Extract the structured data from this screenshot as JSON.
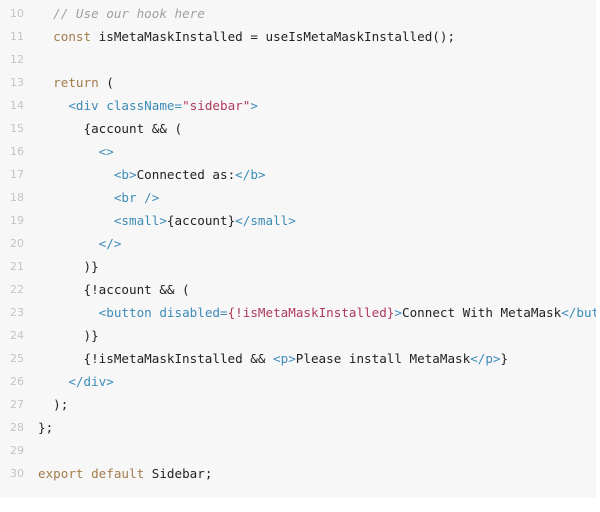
{
  "colors": {
    "keyword": "#a27c4a",
    "tag": "#3d8bb8",
    "string": "#b03a5b",
    "comment": "#a0a0a0",
    "text": "#222222",
    "background": "#f7f7f7"
  },
  "lines": [
    {
      "n": "10",
      "tokens": [
        [
          "txt",
          "  "
        ],
        [
          "com",
          "// Use our hook here"
        ]
      ]
    },
    {
      "n": "11",
      "tokens": [
        [
          "txt",
          "  "
        ],
        [
          "kw",
          "const"
        ],
        [
          "txt",
          " isMetaMaskInstalled = useIsMetaMaskInstalled();"
        ]
      ]
    },
    {
      "n": "12",
      "tokens": []
    },
    {
      "n": "13",
      "tokens": [
        [
          "txt",
          "  "
        ],
        [
          "kw",
          "return"
        ],
        [
          "txt",
          " ("
        ]
      ]
    },
    {
      "n": "14",
      "tokens": [
        [
          "txt",
          "    "
        ],
        [
          "tag",
          "<div className="
        ],
        [
          "str",
          "\"sidebar\""
        ],
        [
          "tag",
          ">"
        ]
      ]
    },
    {
      "n": "15",
      "tokens": [
        [
          "txt",
          "      {account && ("
        ]
      ]
    },
    {
      "n": "16",
      "tokens": [
        [
          "txt",
          "        "
        ],
        [
          "tag",
          "<>"
        ]
      ]
    },
    {
      "n": "17",
      "tokens": [
        [
          "txt",
          "          "
        ],
        [
          "tag",
          "<b>"
        ],
        [
          "txt",
          "Connected as:"
        ],
        [
          "tag",
          "</b>"
        ]
      ]
    },
    {
      "n": "18",
      "tokens": [
        [
          "txt",
          "          "
        ],
        [
          "tag",
          "<br />"
        ]
      ]
    },
    {
      "n": "19",
      "tokens": [
        [
          "txt",
          "          "
        ],
        [
          "tag",
          "<small>"
        ],
        [
          "txt",
          "{account}"
        ],
        [
          "tag",
          "</small>"
        ]
      ]
    },
    {
      "n": "20",
      "tokens": [
        [
          "txt",
          "        "
        ],
        [
          "tag",
          "</>"
        ]
      ]
    },
    {
      "n": "21",
      "tokens": [
        [
          "txt",
          "      )}"
        ]
      ]
    },
    {
      "n": "22",
      "tokens": [
        [
          "txt",
          "      {!account && ("
        ]
      ]
    },
    {
      "n": "23",
      "tokens": [
        [
          "txt",
          "        "
        ],
        [
          "tag",
          "<button disabled="
        ],
        [
          "str",
          "{!isMetaMaskInstalled}"
        ],
        [
          "tag",
          ">"
        ],
        [
          "txt",
          "Connect With MetaMask"
        ],
        [
          "tag",
          "</button>"
        ]
      ]
    },
    {
      "n": "24",
      "tokens": [
        [
          "txt",
          "      )}"
        ]
      ]
    },
    {
      "n": "25",
      "tokens": [
        [
          "txt",
          "      {!isMetaMaskInstalled && "
        ],
        [
          "tag",
          "<p>"
        ],
        [
          "txt",
          "Please install MetaMask"
        ],
        [
          "tag",
          "</p>"
        ],
        [
          "txt",
          "}"
        ]
      ]
    },
    {
      "n": "26",
      "tokens": [
        [
          "txt",
          "    "
        ],
        [
          "tag",
          "</div>"
        ]
      ]
    },
    {
      "n": "27",
      "tokens": [
        [
          "txt",
          "  );"
        ]
      ]
    },
    {
      "n": "28",
      "tokens": [
        [
          "txt",
          "};"
        ]
      ]
    },
    {
      "n": "29",
      "tokens": []
    },
    {
      "n": "30",
      "tokens": [
        [
          "kw",
          "export"
        ],
        [
          "txt",
          " "
        ],
        [
          "kw",
          "default"
        ],
        [
          "txt",
          " Sidebar;"
        ]
      ]
    }
  ]
}
